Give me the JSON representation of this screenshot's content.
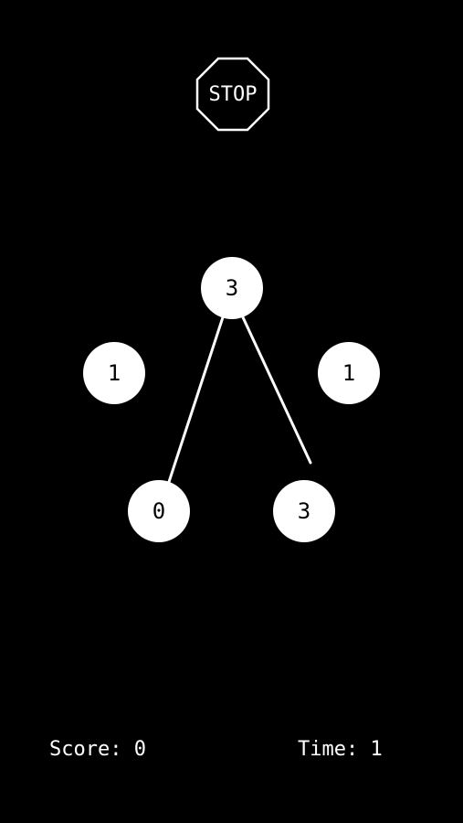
{
  "colors": {
    "background": "#000000",
    "foreground": "#ffffff",
    "node_text": "#000000"
  },
  "stop_button": {
    "label": "STOP",
    "icon": "octagon-stop-icon"
  },
  "nodes": [
    {
      "id": "n-top",
      "value": "3"
    },
    {
      "id": "n-left",
      "value": "1"
    },
    {
      "id": "n-right",
      "value": "1"
    },
    {
      "id": "n-bottom-left",
      "value": "0"
    },
    {
      "id": "n-bottom-right",
      "value": "3"
    }
  ],
  "links": [
    {
      "from": "n-top",
      "to": "n-bottom-left"
    },
    {
      "from": "n-top",
      "to": "n-bottom-right",
      "partial": true
    }
  ],
  "hud": {
    "score_label": "Score:",
    "score_value": "0",
    "time_label": "Time:",
    "time_value": "1"
  }
}
